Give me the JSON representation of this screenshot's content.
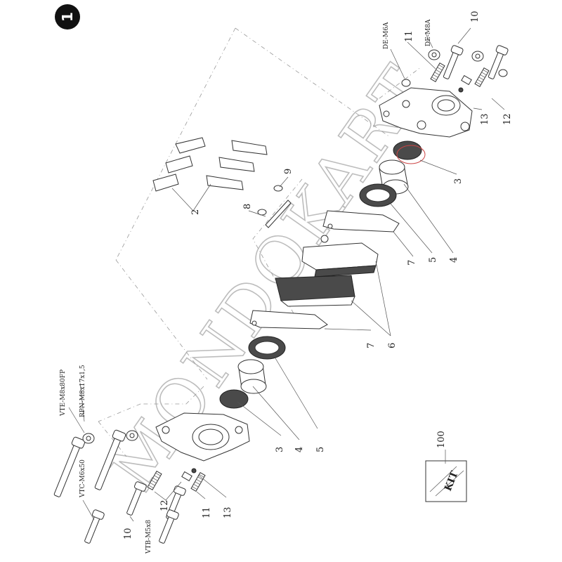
{
  "diagram": {
    "figure_number": "1",
    "watermark": "MONDOKART",
    "part_numbers": [
      "2",
      "3",
      "4",
      "5",
      "6",
      "7",
      "8",
      "9",
      "10",
      "11",
      "12",
      "13",
      "100"
    ],
    "codes": {
      "vte": "VTE-M8x80FP",
      "rpn": "RPN-M8x17x1,5",
      "vtc": "VTC-M6x50",
      "vtb": "VTB-M5x8",
      "de6": "DE-M6A",
      "de8": "DE-M8A"
    },
    "kit_label": "KIT"
  }
}
